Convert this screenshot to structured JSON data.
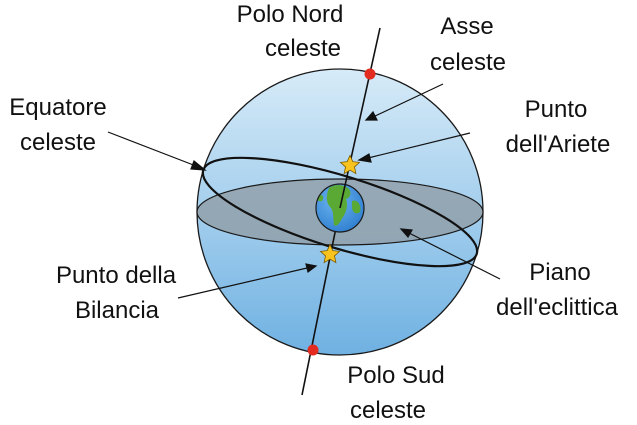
{
  "labels": {
    "polo_nord_1": "Polo Nord",
    "polo_nord_2": "celeste",
    "asse_1": "Asse",
    "asse_2": "celeste",
    "equatore_1": "Equatore",
    "equatore_2": "celeste",
    "ariete_1": "Punto",
    "ariete_2": "dell'Ariete",
    "bilancia_1": "Punto della",
    "bilancia_2": "Bilancia",
    "piano_1": "Piano",
    "piano_2": "dell'eclittica",
    "polo_sud_1": "Polo Sud",
    "polo_sud_2": "celeste"
  },
  "colors": {
    "sphere_top": "#d7ebf8",
    "sphere_bottom": "#6fb1e2",
    "ecliptic_plane": "#8f9aa2",
    "pole_dot": "#e32b1f",
    "star": "#f9c31f",
    "ocean": "#2f7fd0",
    "land": "#5aa934"
  }
}
